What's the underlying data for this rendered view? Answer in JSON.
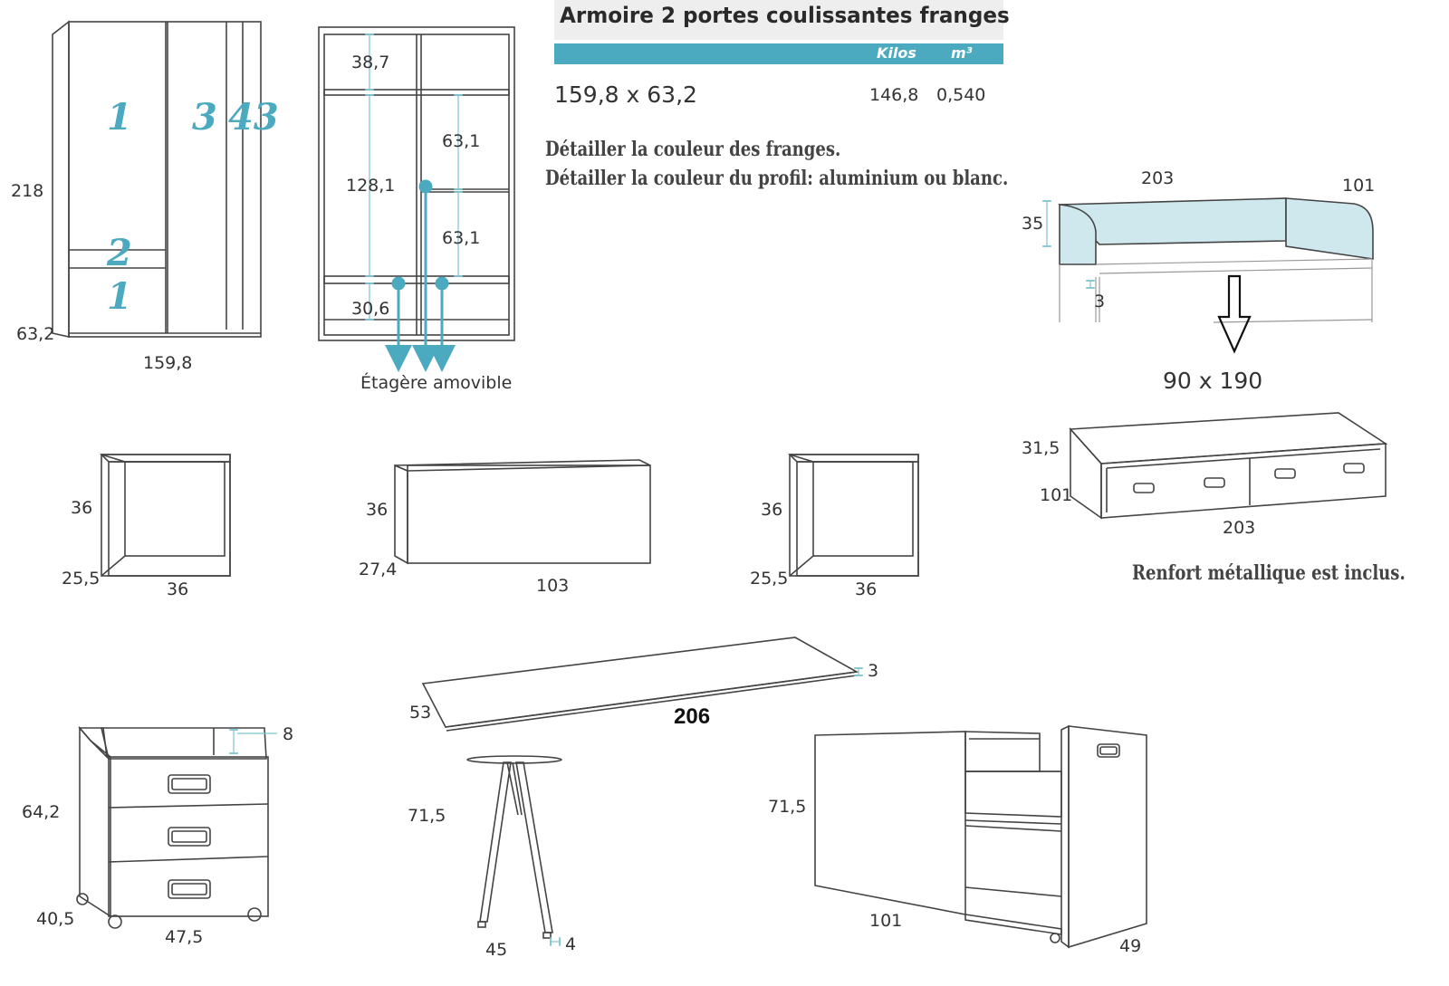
{
  "title": "Armoire 2 portes coulissantes franges",
  "table": {
    "col_kilos": "Kilos",
    "col_m3": "m³",
    "dimensions": "159,8 x 63,2",
    "kilos": "146,8",
    "m3": "0,540"
  },
  "notes": {
    "line1": "Détailler la couleur des franges.",
    "line2": "Détailler la couleur du profil: aluminium ou blanc.",
    "renfort": "Renfort métallique est inclus."
  },
  "wardrobe": {
    "height": "218",
    "depth": "63,2",
    "width": "159,8",
    "panel_1a": "1",
    "panel_3": "3",
    "panel_43": "43",
    "panel_2": "2",
    "panel_1b": "1"
  },
  "wardrobe_interior": {
    "top": "38,7",
    "left_mid": "128,1",
    "right_upper": "63,1",
    "right_lower": "63,1",
    "bottom": "30,6",
    "shelf_label": "Étagère amovible"
  },
  "bed": {
    "length": "203",
    "depth_side": "101",
    "rail_height": "35",
    "rail_thickness": "3",
    "mattress": "90 x 190"
  },
  "trundle": {
    "height": "31,5",
    "depth": "101",
    "length": "203"
  },
  "cube_left": {
    "height": "36",
    "depth": "25,5",
    "width": "36"
  },
  "wall_unit": {
    "height": "36",
    "depth": "27,4",
    "width": "103"
  },
  "cube_right": {
    "height": "36",
    "depth": "25,5",
    "width": "36"
  },
  "desk_top": {
    "depth": "53",
    "thickness": "3",
    "length": "206"
  },
  "leg": {
    "height": "71,5",
    "spread": "45",
    "foot": "4"
  },
  "drawer_unit": {
    "top_gap": "8",
    "height": "64,2",
    "depth": "40,5",
    "width": "47,5"
  },
  "desk_cabinet": {
    "height": "71,5",
    "width": "101",
    "depth": "49"
  }
}
